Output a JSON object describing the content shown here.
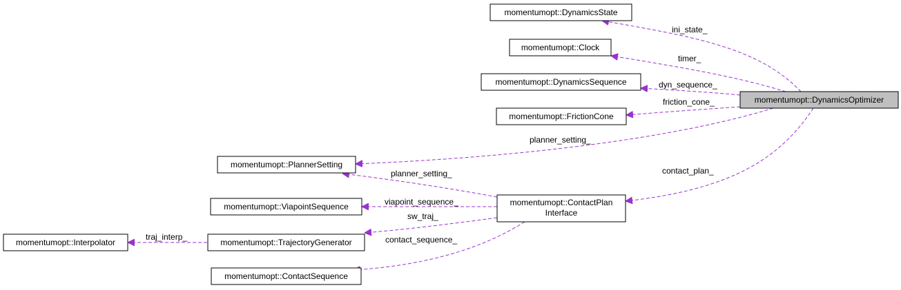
{
  "diagram": {
    "nodes": {
      "dynamics_state": "momentumopt::DynamicsState",
      "clock": "momentumopt::Clock",
      "dynamics_sequence": "momentumopt::DynamicsSequence",
      "dynamics_optimizer": "momentumopt::DynamicsOptimizer",
      "friction_cone": "momentumopt::FrictionCone",
      "planner_setting": "momentumopt::PlannerSetting",
      "viapoint_sequence": "momentumopt::ViapointSequence",
      "contact_plan_interface_line1": "momentumopt::ContactPlan",
      "contact_plan_interface_line2": "Interface",
      "interpolator": "momentumopt::Interpolator",
      "trajectory_generator": "momentumopt::TrajectoryGenerator",
      "contact_sequence": "momentumopt::ContactSequence"
    },
    "edges": {
      "ini_state": "ini_state_",
      "timer": "timer_",
      "dyn_sequence": "dyn_sequence_",
      "friction_cone": "friction_cone_",
      "planner_setting_opt": "planner_setting_",
      "contact_plan": "contact_plan_",
      "planner_setting_cpi": "planner_setting_",
      "viapoint_sequence": "viapoint_sequence_",
      "sw_traj": "sw_traj_",
      "traj_interp": "traj_interp_",
      "contact_sequence": "contact_sequence_"
    },
    "colors": {
      "edge": "#9a32cd",
      "main_node_fill": "#bfbfbf",
      "node_fill": "#ffffff",
      "node_border": "#000000"
    }
  }
}
